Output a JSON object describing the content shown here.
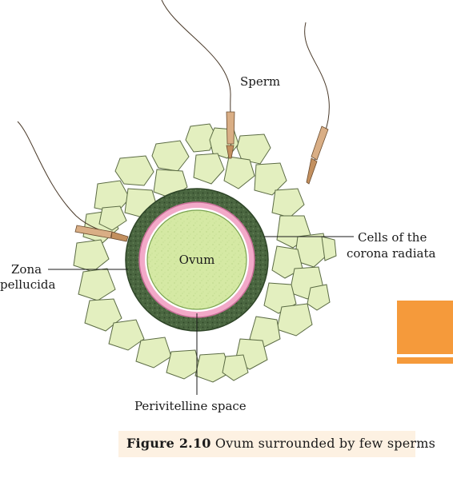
{
  "labels": {
    "sperm": "Sperm",
    "corona_1": "Cells of the",
    "corona_2": "corona radiata",
    "zona_1": "Zona",
    "zona_2": "pellucida",
    "ovum": "Ovum",
    "perivitelline": "Perivitelline space"
  },
  "caption": {
    "number": "Figure 2.10",
    "text": "Ovum surrounded by few sperms"
  },
  "colors": {
    "corona_cells": "#e3efbf",
    "zona": "#3f5a35",
    "perivitelline_ring": "#ee9cc0",
    "ovum": "#d5e9a4",
    "sperm": "#c3905f",
    "accent_tab": "#f59a3b",
    "caption_bg": "#fdf1e2"
  }
}
